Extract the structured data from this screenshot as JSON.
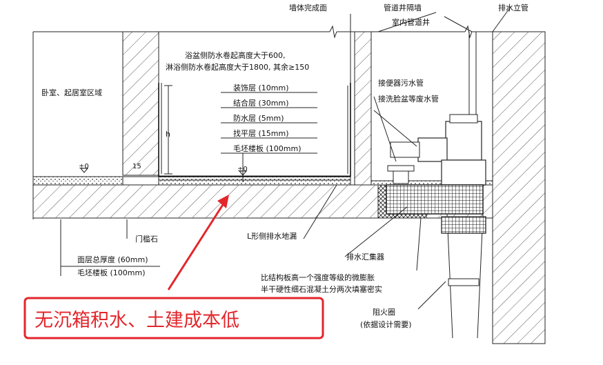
{
  "labels": {
    "wall_finish": "墙体完成面",
    "shaft_wall": "管道井隔墙",
    "indoor_shaft": "室内管道井",
    "drain_riser": "排水立管",
    "bedroom_area": "卧室、起居室区域",
    "waterproof_note_1": "浴盆侧防水卷起高度大于600,",
    "waterproof_note_2": "淋浴侧防水卷起高度大于1800, 其余≥150",
    "toilet_pipe": "接便器污水管",
    "basin_pipe": "接洗脸盆等废水管",
    "layer_finish": "装饰层 (10mm)",
    "layer_bond": "结合层 (30mm)",
    "layer_waterproof": "防水层 (5mm)",
    "layer_level": "找平层 (15mm)",
    "layer_slab": "毛坯楼板 (100mm)",
    "level_left": "±0",
    "level_mid": "±0",
    "threshold_dim": "15",
    "height_mark": "h",
    "threshold_stone": "门槛石",
    "l_drain": "L形侧排水地漏",
    "collector": "排水汇集器",
    "total_thickness": "面层总厚度 (60mm)",
    "slab_thickness": "毛坯楼板 (100mm)",
    "concrete_note_1": "比结构板高一个强度等级的微膨胀",
    "concrete_note_2": "半干硬性细石混凝土分两次填塞密实",
    "fire_ring": "阻火圈",
    "fire_ring_note": "(依据设计需要)"
  },
  "callout": {
    "text": "无沉箱积水、土建成本低",
    "color": "#e3262b"
  },
  "colors": {
    "line": "#222222",
    "hatch": "#555555",
    "callout_red": "#e3262b"
  }
}
